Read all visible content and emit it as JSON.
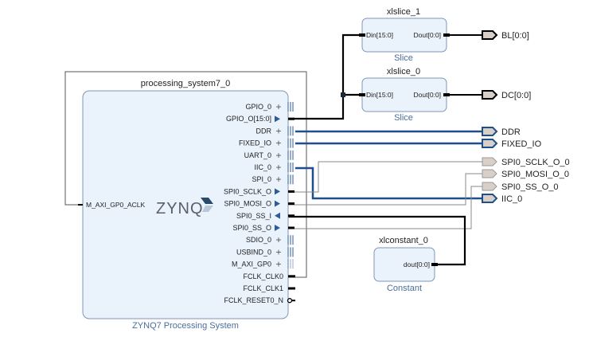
{
  "blocks": {
    "ps": {
      "instance": "processing_system7_0",
      "type_label": "ZYNQ7 Processing System",
      "logo": "ZYNQ",
      "left_pins": [
        "M_AXI_GP0_ACLK"
      ],
      "right_pins": [
        {
          "name": "GPIO_0",
          "kind": "bus-interface"
        },
        {
          "name": "GPIO_O[15:0]",
          "kind": "output"
        },
        {
          "name": "DDR",
          "kind": "bus-interface"
        },
        {
          "name": "FIXED_IO",
          "kind": "bus-interface"
        },
        {
          "name": "UART_0",
          "kind": "bus-interface"
        },
        {
          "name": "IIC_0",
          "kind": "bus-interface"
        },
        {
          "name": "SPI_0",
          "kind": "bus-interface"
        },
        {
          "name": "SPI0_SCLK_O",
          "kind": "output"
        },
        {
          "name": "SPI0_MOSI_O",
          "kind": "output"
        },
        {
          "name": "SPI0_SS_I",
          "kind": "input"
        },
        {
          "name": "SPI0_SS_O",
          "kind": "output"
        },
        {
          "name": "SDIO_0",
          "kind": "bus-interface"
        },
        {
          "name": "USBIND_0",
          "kind": "bus-interface"
        },
        {
          "name": "M_AXI_GP0",
          "kind": "bus-interface"
        },
        {
          "name": "FCLK_CLK0",
          "kind": "clock"
        },
        {
          "name": "FCLK_CLK1",
          "kind": "clock"
        },
        {
          "name": "FCLK_RESET0_N",
          "kind": "reset"
        }
      ]
    },
    "slice1": {
      "instance": "xlslice_1",
      "type_label": "Slice",
      "din": "Din[15:0]",
      "dout": "Dout[0:0]"
    },
    "slice0": {
      "instance": "xlslice_0",
      "type_label": "Slice",
      "din": "Din[15:0]",
      "dout": "Dout[0:0]"
    },
    "const0": {
      "instance": "xlconstant_0",
      "type_label": "Constant",
      "dout": "dout[0:0]"
    }
  },
  "external_ports": [
    {
      "name": "BL[0:0]"
    },
    {
      "name": "DC[0:0]"
    },
    {
      "name": "DDR"
    },
    {
      "name": "FIXED_IO"
    },
    {
      "name": "SPI0_SCLK_O_0"
    },
    {
      "name": "SPI0_MOSI_O_0"
    },
    {
      "name": "SPI0_SS_O_0"
    },
    {
      "name": "IIC_0"
    }
  ],
  "colors": {
    "block_fill": "#eaf2fc",
    "block_stroke": "#7f97b5",
    "bus_wire": "#1f4e8c",
    "signal_wire": "#000000",
    "thin_wire": "#8a8a8a",
    "port_fill": "#d8cfc8",
    "accent": "#2e5a99"
  }
}
